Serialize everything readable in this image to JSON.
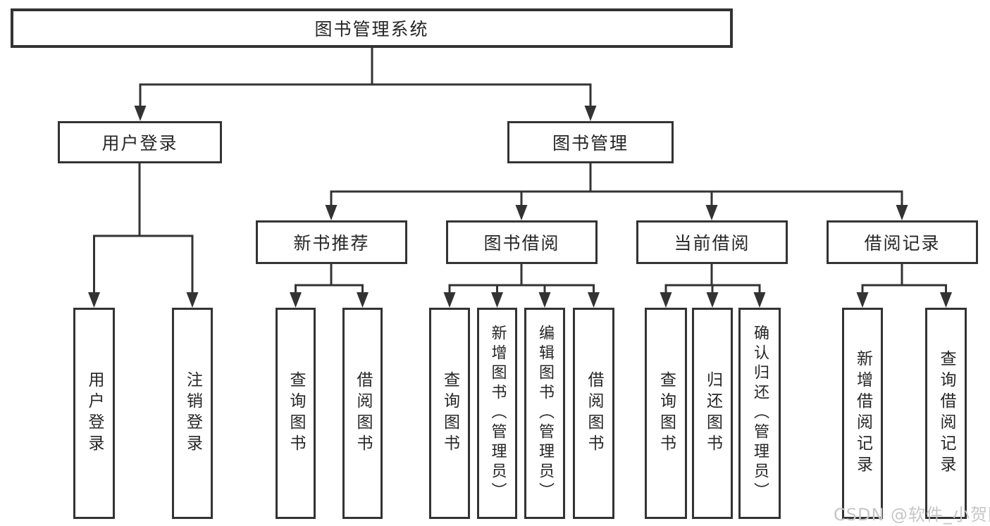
{
  "tree": {
    "root": "图书管理系统",
    "children": [
      {
        "label": "用户登录",
        "children": [
          "用户登录",
          "注销登录"
        ]
      },
      {
        "label": "图书管理",
        "children": [
          {
            "label": "新书推荐",
            "children": [
              "查询图书",
              "借阅图书"
            ]
          },
          {
            "label": "图书借阅",
            "children": [
              "查询图书",
              "新增图书（管理员）",
              "编辑图书（管理员）",
              "借阅图书"
            ]
          },
          {
            "label": "当前借阅",
            "children": [
              "查询图书",
              "归还图书",
              "确认归还（管理员）"
            ]
          },
          {
            "label": "借阅记录",
            "children": [
              "新增借阅记录",
              "查询借阅记录"
            ]
          }
        ]
      }
    ]
  },
  "watermark": {
    "text": "CSDN @软件_小贺同学"
  },
  "colors": {
    "line": "#333333",
    "box_border": "#333333",
    "text": "#262626",
    "watermark": "#c6c6c6",
    "background": "#ffffff"
  }
}
